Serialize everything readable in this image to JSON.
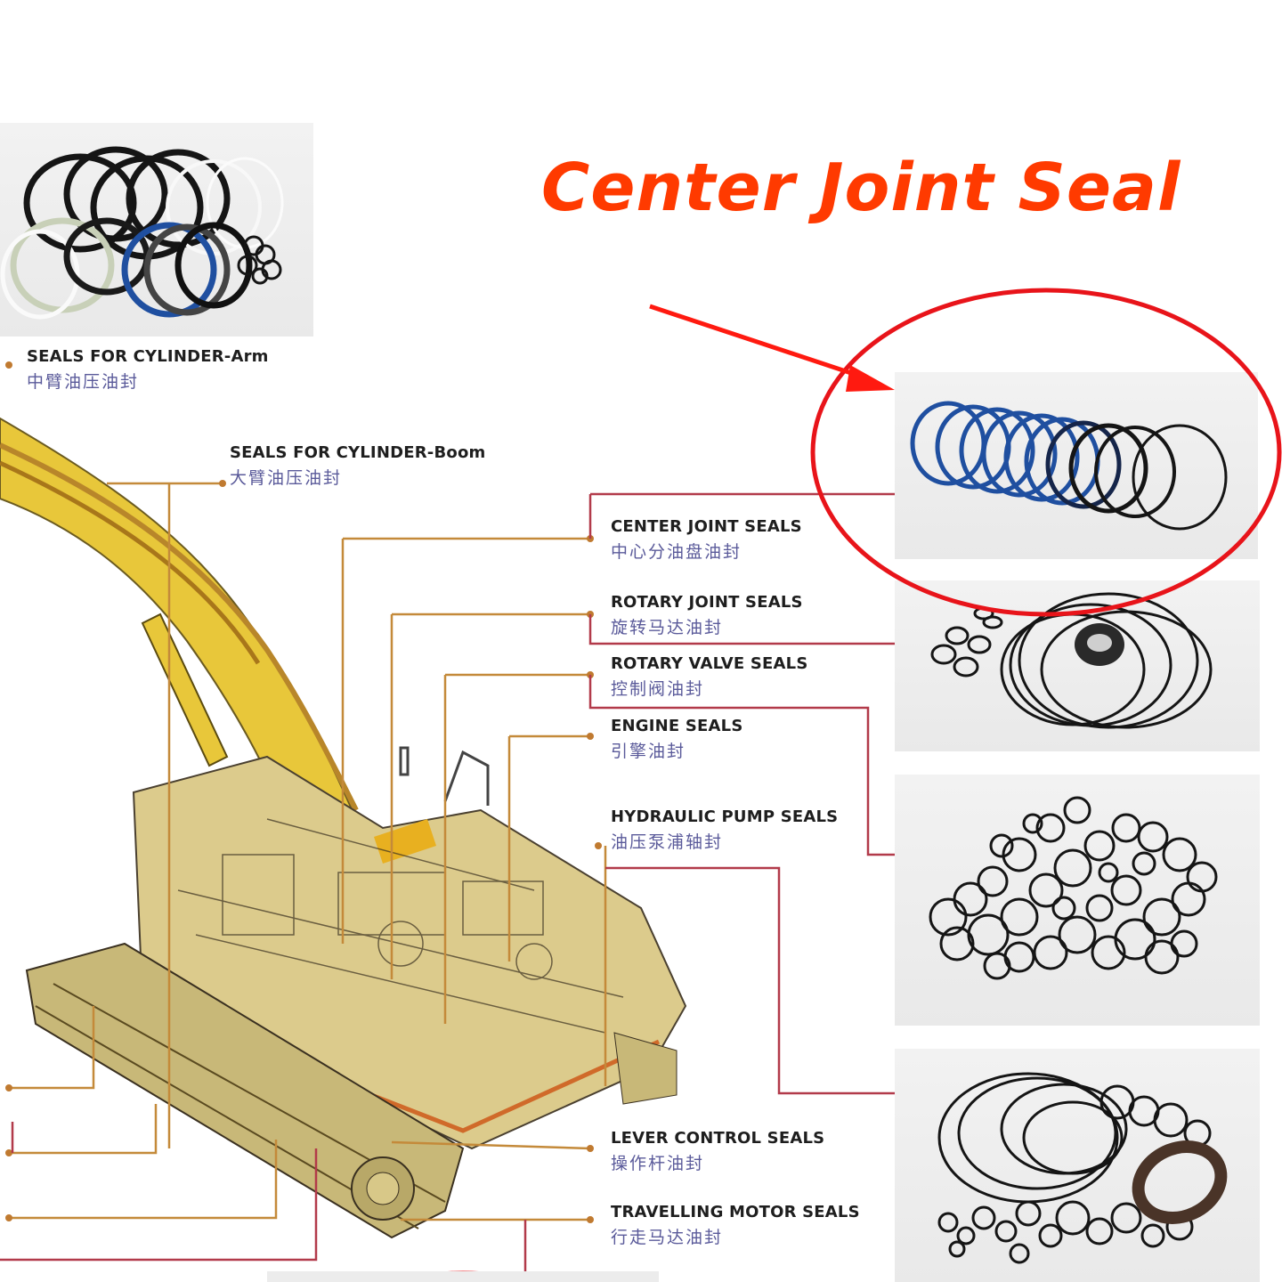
{
  "title": "Center Joint Seal",
  "colors": {
    "title": "#ff3a00",
    "highlight_ellipse": "#e8141a",
    "leader_orange": "#c48a3a",
    "leader_red": "#b23a4a",
    "excavator_yellow": "#e8c73a",
    "body_tan": "#d9c88a",
    "seal_blue": "#1f4fa0",
    "seal_black": "#151515"
  },
  "labels": [
    {
      "id": "cylinder-arm",
      "en": "SEALS FOR CYLINDER-Arm",
      "zh": "中臂油压油封"
    },
    {
      "id": "cylinder-boom",
      "en": "SEALS FOR CYLINDER-Boom",
      "zh": "大臂油压油封"
    },
    {
      "id": "center-joint",
      "en": "CENTER JOINT SEALS",
      "zh": "中心分油盘油封"
    },
    {
      "id": "rotary-joint",
      "en": "ROTARY JOINT SEALS",
      "zh": "旋转马达油封"
    },
    {
      "id": "rotary-valve",
      "en": "ROTARY VALVE SEALS",
      "zh": "控制阀油封"
    },
    {
      "id": "engine",
      "en": "ENGINE SEALS",
      "zh": "引擎油封"
    },
    {
      "id": "hydraulic-pump",
      "en": "HYDRAULIC PUMP SEALS",
      "zh": "油压泵浦轴封"
    },
    {
      "id": "lever-control",
      "en": "LEVER CONTROL SEALS",
      "zh": "操作杆油封"
    },
    {
      "id": "travelling-motor",
      "en": "TRAVELLING MOTOR SEALS",
      "zh": "行走马达油封"
    }
  ],
  "photos": [
    {
      "id": "cylinder-arm-kit",
      "desc": "assorted black, white, blue cylinder seal rings"
    },
    {
      "id": "center-joint-kit",
      "desc": "row of blue and black o-rings",
      "highlighted": true
    },
    {
      "id": "rotary-joint-kit",
      "desc": "large black o-rings with small o-rings and oil seal"
    },
    {
      "id": "hydraulic-pump-kit",
      "desc": "pile of black o-rings"
    },
    {
      "id": "travelling-motor-kit",
      "desc": "large o-rings, small o-rings and brown oil seal"
    }
  ]
}
